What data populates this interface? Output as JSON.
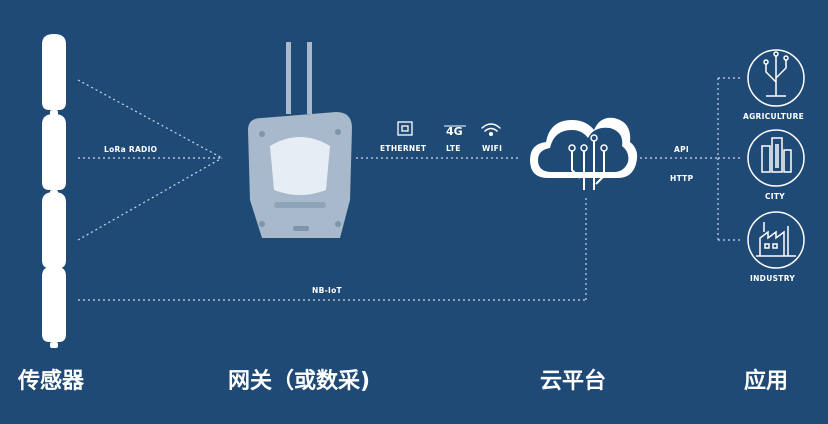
{
  "colors": {
    "background": "#1f4a75",
    "device": "#a7b9ca",
    "line": "#c9d8e8",
    "icon": "#ffffff"
  },
  "labels": {
    "lora": "LoRa RADIO",
    "ethernet": "ETHERNET",
    "lte_top": "4G",
    "lte": "LTE",
    "wifi": "WIFI",
    "api": "API",
    "http": "HTTP",
    "nbiot": "NB-IoT",
    "agriculture": "AGRICULTURE",
    "city": "CITY",
    "industry": "INDUSTRY"
  },
  "sections": {
    "sensors": "传感器",
    "gateway": "网关（或数采)",
    "cloud": "云平台",
    "application": "应用"
  },
  "icons": {
    "sensor": "sensor-capsule-icon",
    "gateway": "gateway-device-icon",
    "ethernet": "ethernet-port-icon",
    "wifi": "wifi-icon",
    "cloud": "cloud-circuit-icon",
    "agriculture": "tree-circuit-icon",
    "city": "city-buildings-icon",
    "industry": "factory-icon"
  }
}
